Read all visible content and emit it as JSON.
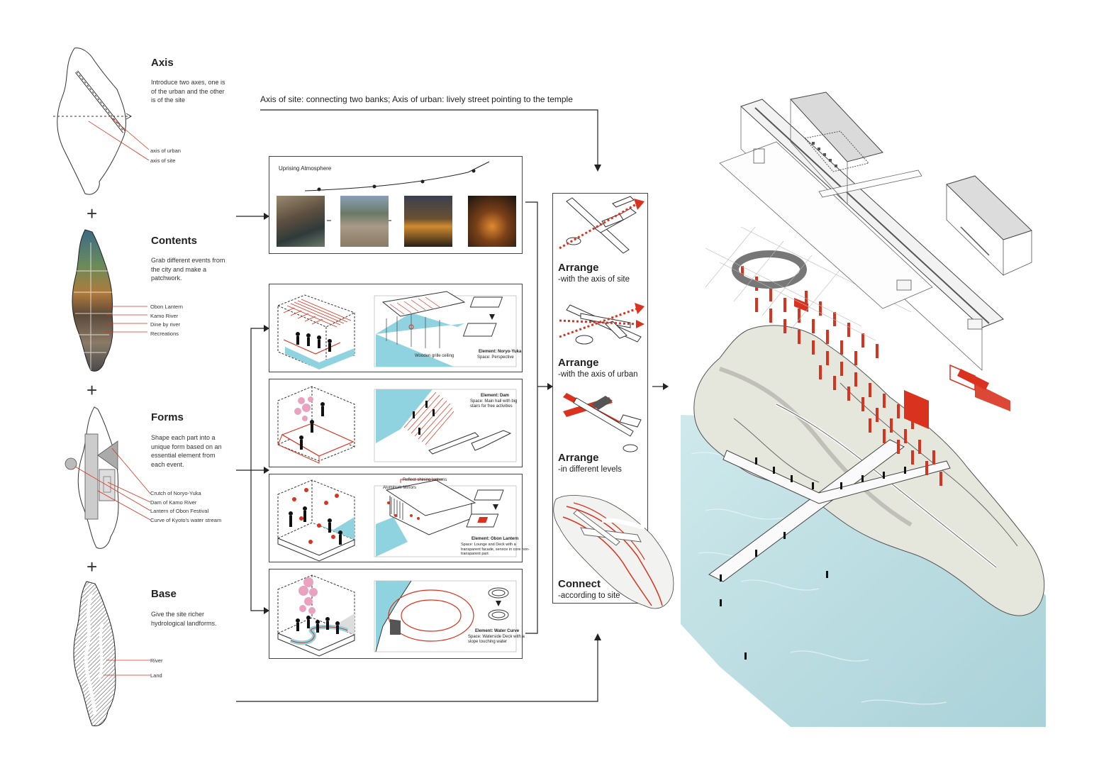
{
  "steps": [
    {
      "title": "Axis",
      "desc": "Introduce two axes, one is of the urban and the other is of the site",
      "labels": [
        "axis of urban",
        "axis of site"
      ]
    },
    {
      "title": "Contents",
      "desc": "Grab different events from the city and make a patchwork.",
      "labels": [
        "Obon Lantern",
        "Kamo River",
        "Dine by river",
        "Recreations"
      ]
    },
    {
      "title": "Forms",
      "desc": "Shape each part into a unique form based on an essential element from each event.",
      "labels": [
        "Crutch of Noryo-Yuka",
        "Dam of Kamo River",
        "Lantern of Obon Festival",
        "Curve of Kyoto's water stream"
      ]
    },
    {
      "title": "Base",
      "desc": "Give the site richer hydrological landforms.",
      "labels": [
        "River",
        "Land"
      ]
    }
  ],
  "plus_sign": "+",
  "top_caption": "Axis of site: connecting two banks; Axis of urban: lively street pointing to the temple",
  "atmosphere": {
    "title": "Uprising Atmosphere"
  },
  "element_panels": [
    {
      "annot": "Wooden grille ceiling",
      "element": "Element: Noryo-Yuka",
      "space": "Space: Perspective"
    },
    {
      "element": "Element: Dam",
      "space": "Space: Main hall with big stairs for free activities"
    },
    {
      "callout": "Reflect shining lanterns",
      "annot": "Aluminum Mirrors",
      "element": "Element: Obon Lantern",
      "space": "Space: Lounge and Deck with a transparent facade, service in core non-transparent part"
    },
    {
      "element": "Element: Water Curve",
      "space": "Space: Waterside Deck with a slope touching water"
    }
  ],
  "strategies": [
    {
      "title": "Arrange",
      "sub": "-with the axis of site"
    },
    {
      "title": "Arrange",
      "sub": "-with the axis of urban"
    },
    {
      "title": "Arrange",
      "sub": "-in different levels"
    },
    {
      "title": "Connect",
      "sub": "-according to site"
    }
  ],
  "colors": {
    "accent": "#d9331f",
    "water": "#8fd3e0",
    "land": "#e6e7dc",
    "pink": "#e9a3c0",
    "line": "#333333"
  }
}
